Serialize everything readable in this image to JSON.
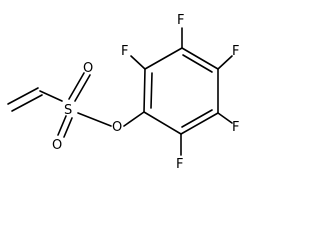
{
  "molecule": {
    "atoms": {
      "fluorine": "F",
      "sulfur": "S",
      "oxygen": "O"
    },
    "bond_color": "#000000",
    "background": "#ffffff"
  }
}
